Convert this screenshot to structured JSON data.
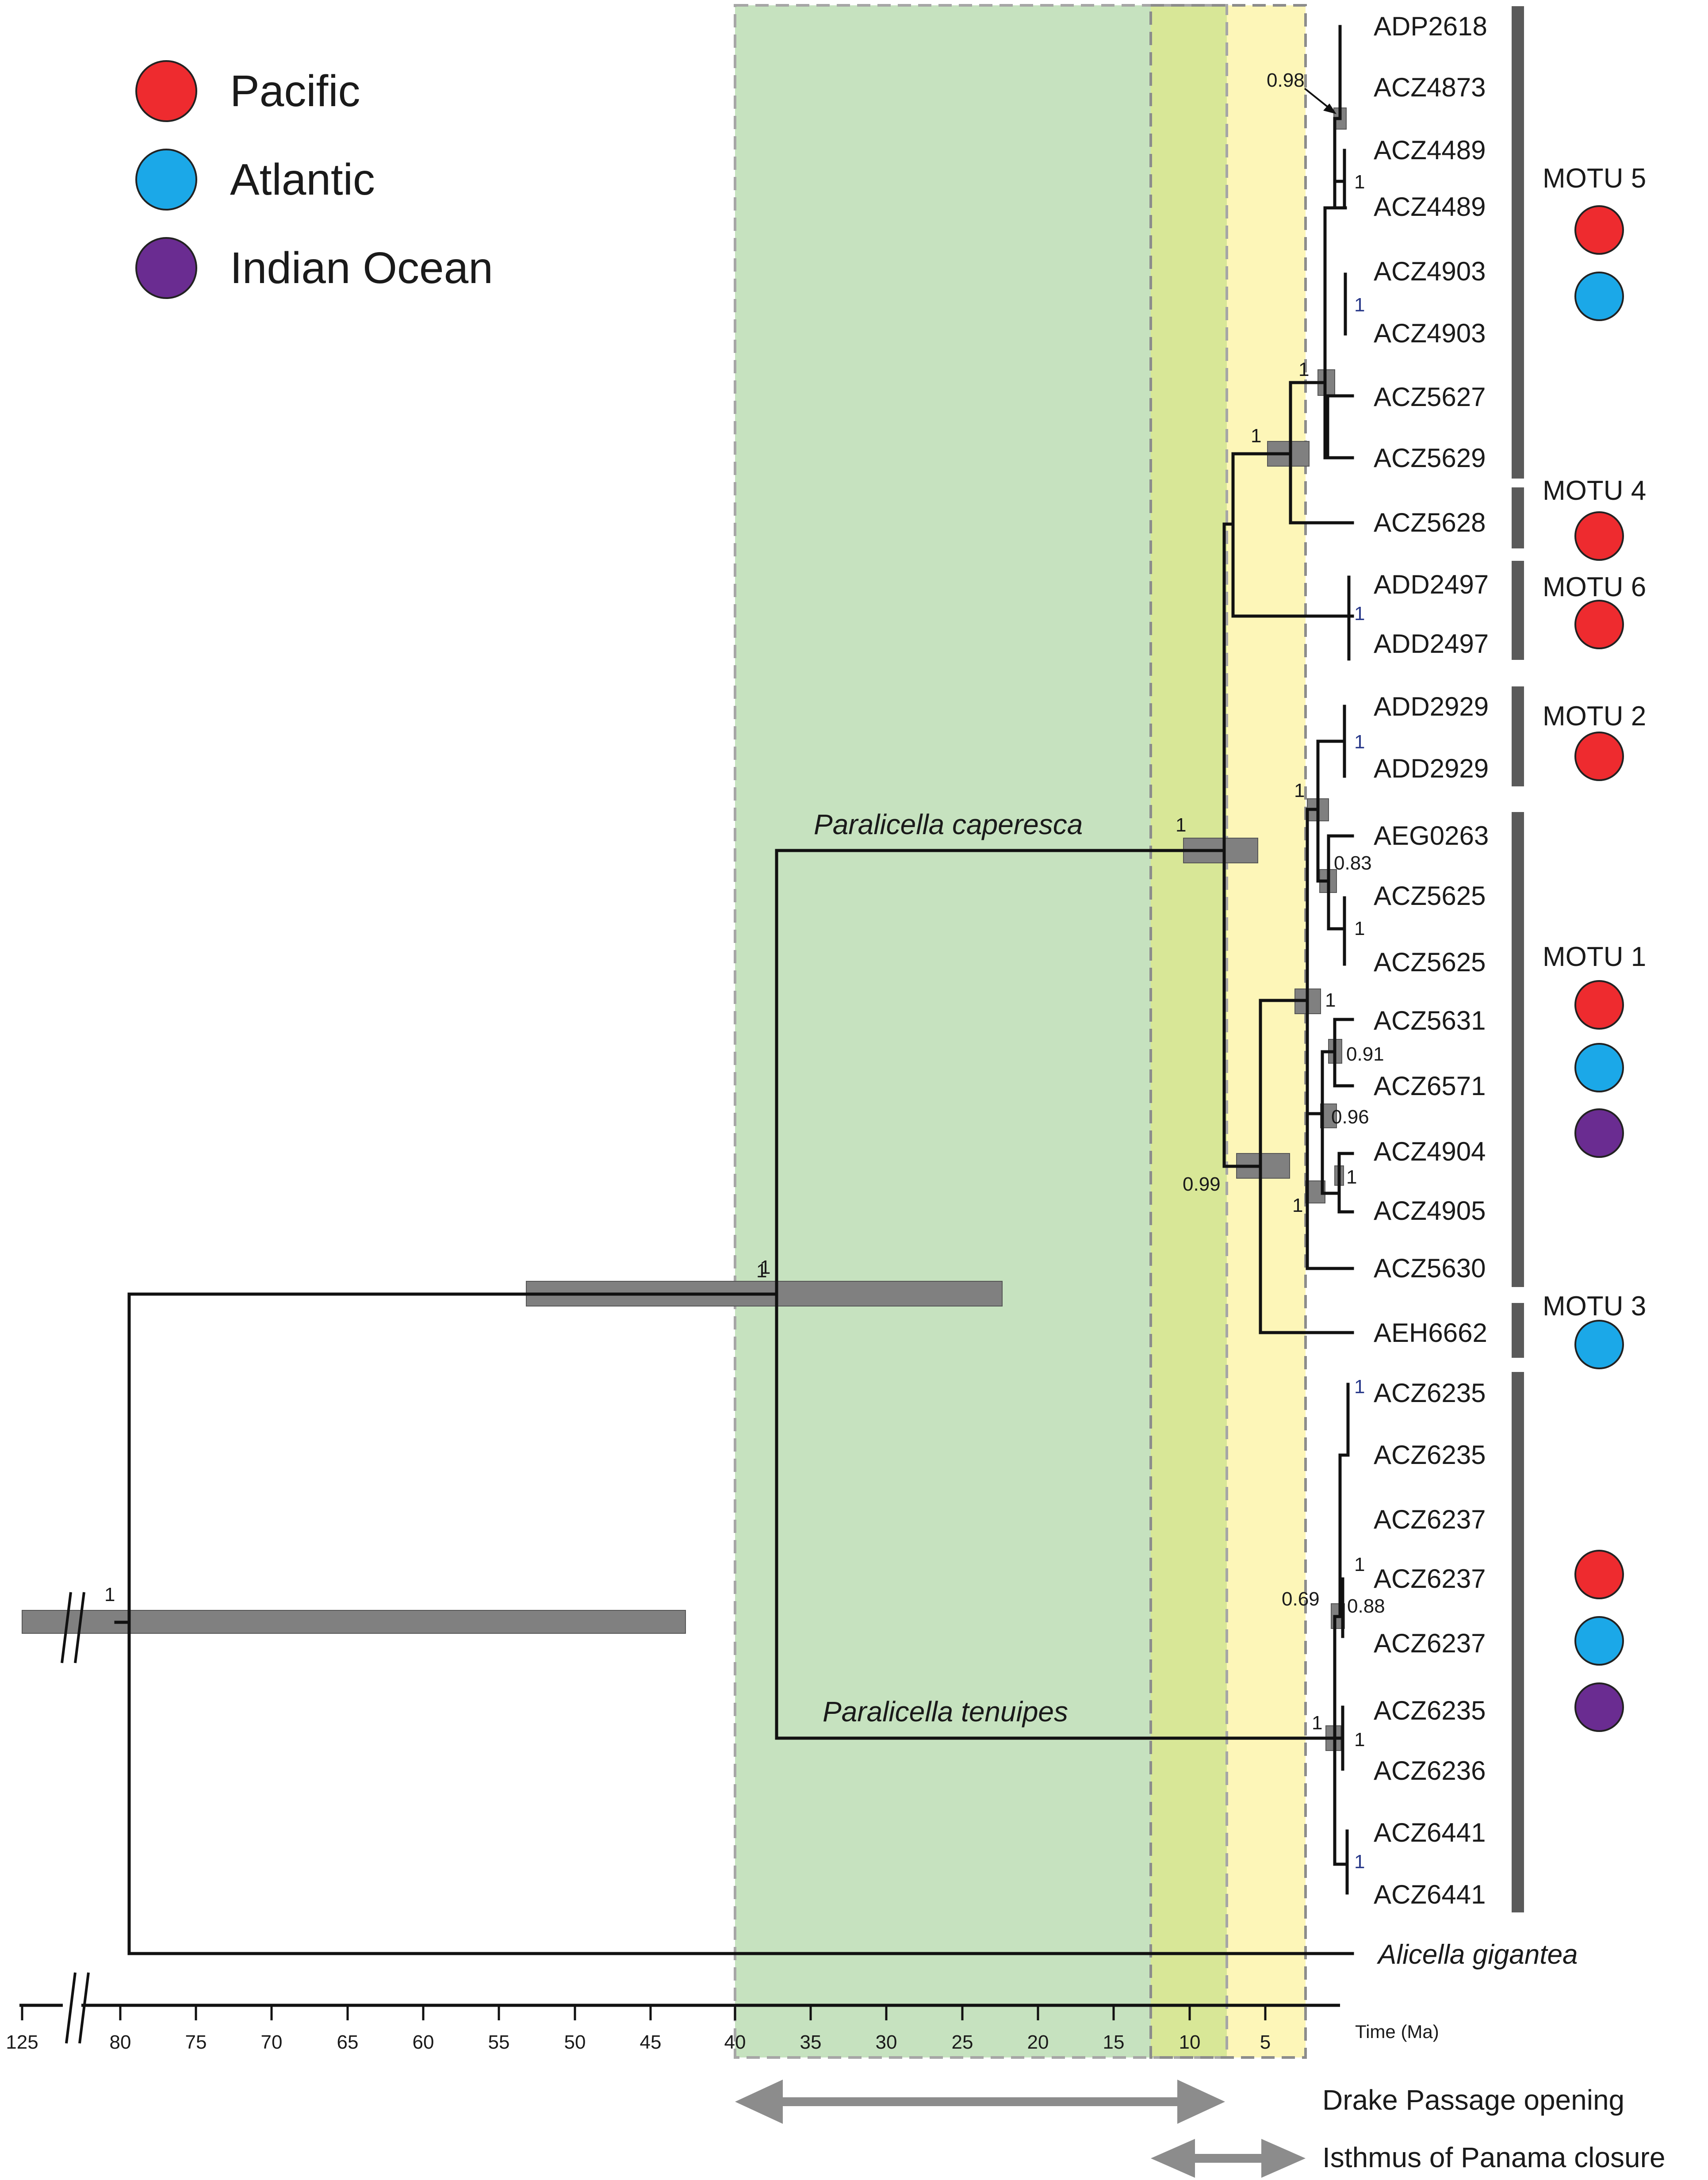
{
  "legend": {
    "items": [
      {
        "label": "Pacific",
        "color": "#ee2b2f"
      },
      {
        "label": "Atlantic",
        "color": "#1ba8e8"
      },
      {
        "label": "Indian Ocean",
        "color": "#6a2c91"
      }
    ]
  },
  "axis": {
    "title": "Time (Ma)",
    "ticks": [
      "125",
      "80",
      "75",
      "70",
      "65",
      "60",
      "55",
      "50",
      "45",
      "40",
      "35",
      "30",
      "25",
      "20",
      "15",
      "10",
      "5"
    ],
    "break_between": [
      "125",
      "80"
    ]
  },
  "shaded_intervals": [
    {
      "label": "Drake Passage opening",
      "from_ma": 40,
      "to_ma": 8,
      "color": "#c6e2bf"
    },
    {
      "label": "Isthmus of Panama closure",
      "from_ma": 13,
      "to_ma": 3,
      "color": "#fdf6b8"
    }
  ],
  "events": {
    "drake": "Drake Passage opening",
    "panama": "Isthmus of Panama closure"
  },
  "clade_labels": {
    "caperesca": "Paralicella caperesca",
    "tenuipes": "Paralicella tenuipes"
  },
  "tips": [
    "ADP2618",
    "ACZ4873",
    "ACZ4489",
    "ACZ4489",
    "ACZ4903",
    "ACZ4903",
    "ACZ5627",
    "ACZ5629",
    "ACZ5628",
    "ADD2497",
    "ADD2497",
    "ADD2929",
    "ADD2929",
    "AEG0263",
    "ACZ5625",
    "ACZ5625",
    "ACZ5631",
    "ACZ6571",
    "ACZ4904",
    "ACZ4905",
    "ACZ5630",
    "AEH6662",
    "ACZ6235",
    "ACZ6235",
    "ACZ6237",
    "ACZ6237",
    "ACZ6237",
    "ACZ6235",
    "ACZ6236",
    "ACZ6441",
    "ACZ6441"
  ],
  "outgroup": "Alicella gigantea",
  "support_values": [
    "0.98",
    "1",
    "1",
    "1",
    "1",
    "1",
    "1",
    "1",
    "1",
    "1",
    "0.83",
    "1",
    "1",
    "0.91",
    "0.96",
    "1",
    "1",
    "0.99",
    "1",
    "1",
    "1",
    "0.69",
    "0.88",
    "1",
    "1",
    "1",
    "1"
  ],
  "motus": [
    {
      "label": "MOTU 5",
      "oceans": [
        "Pacific",
        "Atlantic"
      ]
    },
    {
      "label": "MOTU 4",
      "oceans": [
        "Pacific"
      ]
    },
    {
      "label": "MOTU 6",
      "oceans": [
        "Pacific"
      ]
    },
    {
      "label": "MOTU 2",
      "oceans": [
        "Pacific"
      ]
    },
    {
      "label": "MOTU 1",
      "oceans": [
        "Pacific",
        "Atlantic",
        "Indian Ocean"
      ]
    },
    {
      "label": "MOTU 3",
      "oceans": [
        "Atlantic"
      ]
    },
    {
      "label": "",
      "oceans": [
        "Pacific",
        "Atlantic",
        "Indian Ocean"
      ]
    }
  ],
  "colors": {
    "pacific": "#ee2b2f",
    "atlantic": "#1ba8e8",
    "indian": "#6a2c91",
    "drake_band": "#c6e2bf",
    "panama_band": "#fdf6b8",
    "overlap_band": "#d8e797",
    "hpd_bar": "#808080",
    "arrow": "#8c8c8c"
  }
}
